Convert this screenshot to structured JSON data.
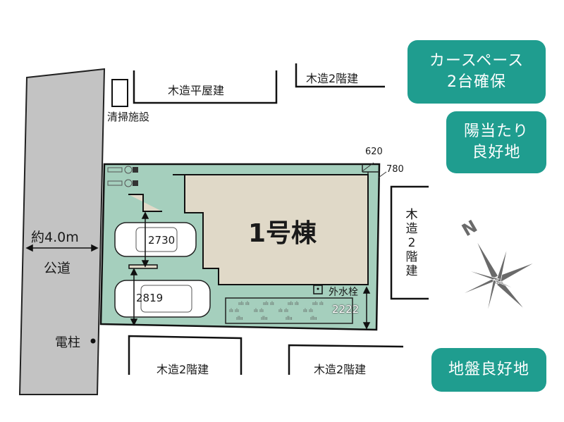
{
  "badges": {
    "parking": {
      "line1": "カースペース",
      "line2": "2台確保"
    },
    "sunlight": {
      "line1": "陽当たり",
      "line2": "良好地"
    },
    "ground": {
      "line1": "地盤良好地"
    }
  },
  "road": {
    "width_label": "約4.0m",
    "name": "公道",
    "pole_label": "電柱"
  },
  "neighbors": {
    "north_left": "木造平屋建",
    "north_right": "木造2階建",
    "cleaning_facility": "清掃施設",
    "east": [
      "木",
      "造",
      "2",
      "階",
      "建"
    ],
    "south_left": "木造2階建",
    "south_right": "木造2階建"
  },
  "lot": {
    "building_label": "1号棟",
    "setback_north": "620",
    "setback_east": "780",
    "parking_dim_1": "2730",
    "parking_dim_2": "2819",
    "garden_dim": "2222",
    "water_tap_label": "外水栓"
  },
  "compass": {
    "north_label": "N"
  },
  "colors": {
    "badge": "#1f9d8f",
    "lot_green": "#a5cfbd",
    "building": "#e0d9c8",
    "road": "#c3c3c3",
    "compass": "#6a6a6a"
  }
}
